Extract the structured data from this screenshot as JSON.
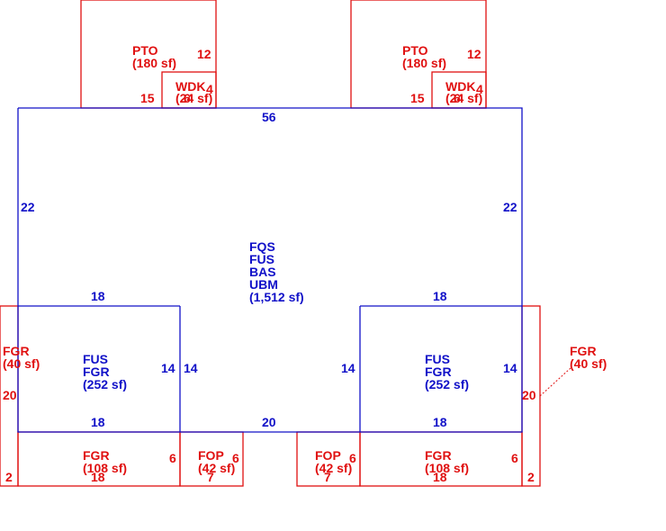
{
  "colors": {
    "main_outline": "#1010c8",
    "addition_outline": "#e01010"
  },
  "main": {
    "codes": [
      "FQS",
      "FUS",
      "BAS",
      "UBM"
    ],
    "area": "(1,512 sf)",
    "dims": {
      "top": "56",
      "left": "22",
      "right": "22",
      "inner_left_top": "18",
      "inner_right_top": "18",
      "bottom_center": "20"
    }
  },
  "garage_left": {
    "codes": [
      "FUS",
      "FGR"
    ],
    "area": "(252 sf)",
    "dims": {
      "left_side": "14",
      "right_side": "14",
      "bottom": "18"
    }
  },
  "garage_right": {
    "codes": [
      "FUS",
      "FGR"
    ],
    "area": "(252 sf)",
    "dims": {
      "left_side": "14",
      "right_side": "14",
      "bottom": "18"
    }
  },
  "patio_left": {
    "code": "PTO",
    "area": "(180 sf)",
    "dims": {
      "side": "12",
      "bottom": "15"
    }
  },
  "patio_right": {
    "code": "PTO",
    "area": "(180 sf)",
    "dims": {
      "side": "12",
      "bottom": "15"
    }
  },
  "deck_left": {
    "code": "WDK",
    "area": "(24 sf)",
    "overlap_dim_1": "6",
    "overlap_dim_2": "4"
  },
  "deck_right": {
    "code": "WDK",
    "area": "(24 sf)",
    "overlap_dim_1": "6",
    "overlap_dim_2": "4"
  },
  "strip_left": {
    "code": "FGR",
    "area": "(40 sf)",
    "dims": {
      "side": "20",
      "bottom": "2"
    }
  },
  "strip_right": {
    "code": "FGR",
    "area": "(40 sf)",
    "dims": {
      "side": "20",
      "bottom": "2"
    }
  },
  "fgr_bottom_left": {
    "code": "FGR",
    "area": "(108 sf)",
    "dims": {
      "side": "6",
      "bottom": "18"
    }
  },
  "fgr_bottom_right": {
    "code": "FGR",
    "area": "(108 sf)",
    "dims": {
      "side": "6",
      "bottom": "18"
    }
  },
  "porch_left": {
    "code": "FOP",
    "area": "(42 sf)",
    "dims": {
      "side": "6",
      "bottom": "7"
    }
  },
  "porch_right": {
    "code": "FOP",
    "area": "(42 sf)",
    "dims": {
      "side": "6",
      "bottom": "7"
    }
  }
}
